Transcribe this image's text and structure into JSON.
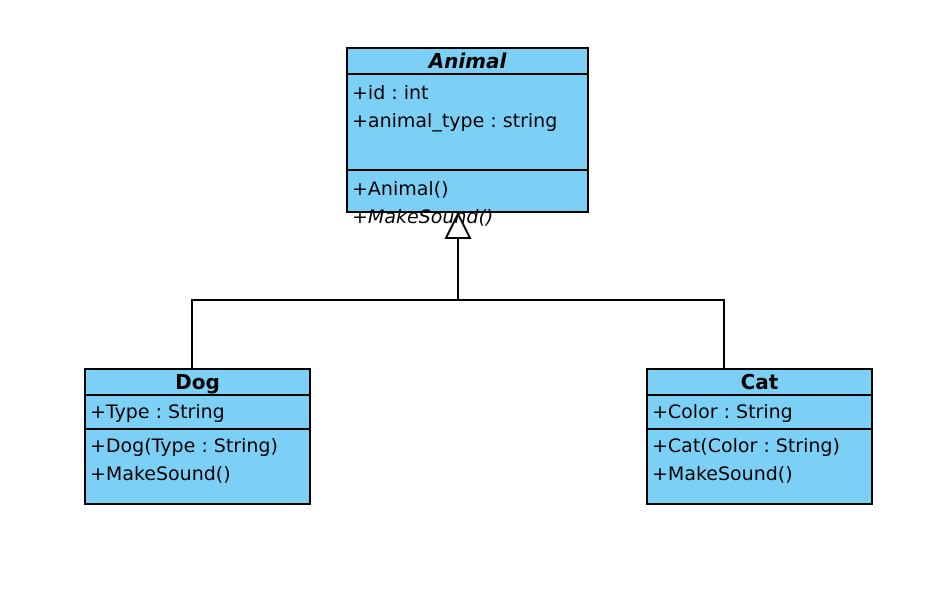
{
  "classes": {
    "animal": {
      "name": "Animal",
      "attributes": [
        "+id : int",
        "+animal_type : string"
      ],
      "operations": [
        "+Animal()",
        "+MakeSound()"
      ]
    },
    "dog": {
      "name": "Dog",
      "attributes": [
        "+Type : String"
      ],
      "operations": [
        "+Dog(Type : String)",
        "+MakeSound()"
      ]
    },
    "cat": {
      "name": "Cat",
      "attributes": [
        "+Color : String"
      ],
      "operations": [
        "+Cat(Color : String)",
        "+MakeSound()"
      ]
    }
  },
  "relations": [
    {
      "type": "generalization",
      "from": "Dog",
      "to": "Animal"
    },
    {
      "type": "generalization",
      "from": "Cat",
      "to": "Animal"
    }
  ],
  "colors": {
    "class_fill": "#7cd0f5",
    "stroke": "#000000"
  }
}
